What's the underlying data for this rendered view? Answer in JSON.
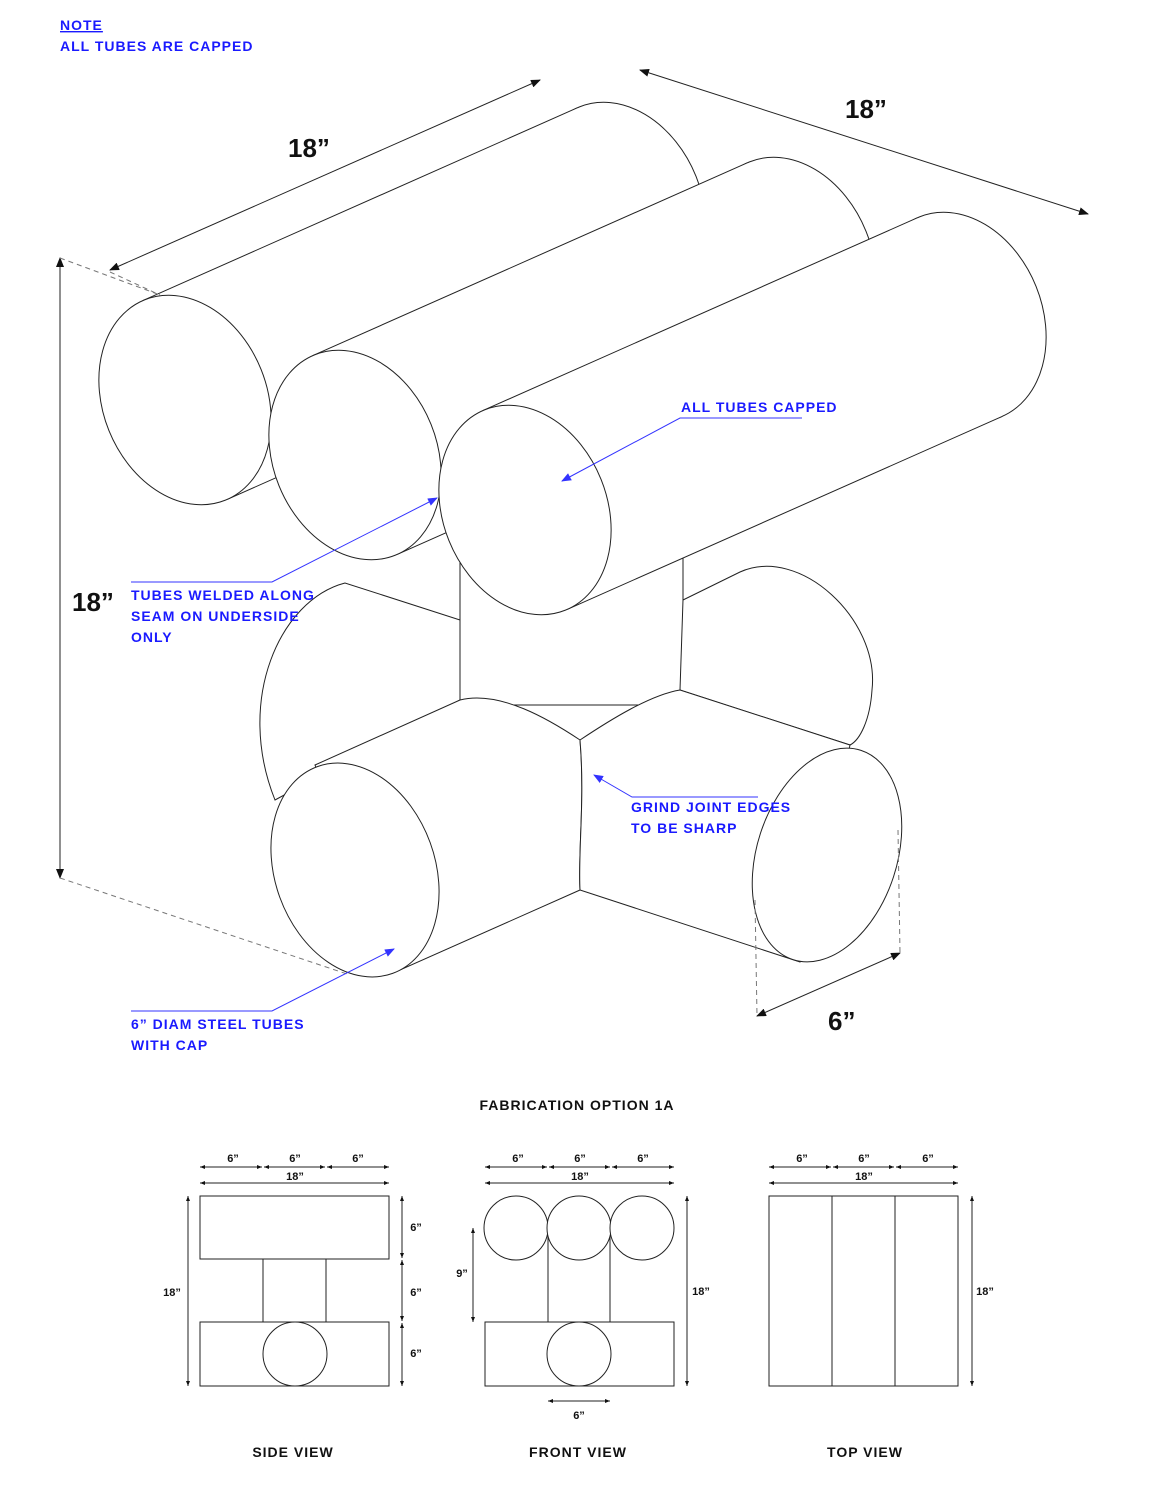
{
  "note": {
    "title": "NOTE",
    "text": "ALL  TUBES  ARE  CAPPED"
  },
  "iso_dims": {
    "length_a": "18”",
    "length_b": "18”",
    "height": "18”",
    "diameter": "6”"
  },
  "callouts": {
    "capped": "ALL  TUBES  CAPPED",
    "welded": [
      "TUBES  WELDED  ALONG",
      "SEAM  ON  UNDERSIDE",
      "ONLY"
    ],
    "grind": [
      "GRIND  JOINT  EDGES",
      "TO  BE  SHARP"
    ],
    "steel": [
      "6”  DIAM  STEEL  TUBES",
      "WITH  CAP"
    ]
  },
  "caption": "FABRICATION  OPTION  1A",
  "views": {
    "side": {
      "label": "SIDE  VIEW",
      "top": [
        "6”",
        "6”",
        "6”"
      ],
      "total": "18”",
      "right": [
        "6”",
        "6”",
        "6”"
      ],
      "left": "18”"
    },
    "front": {
      "label": "FRONT  VIEW",
      "top": [
        "6”",
        "6”",
        "6”"
      ],
      "total": "18”",
      "left": "9”",
      "right": "18”",
      "bottom": "6”"
    },
    "top": {
      "label": "TOP  VIEW",
      "top": [
        "6”",
        "6”",
        "6”"
      ],
      "total": "18”",
      "right": "18”"
    }
  },
  "colors": {
    "annotation": "#1a1aff",
    "line": "#222222"
  }
}
